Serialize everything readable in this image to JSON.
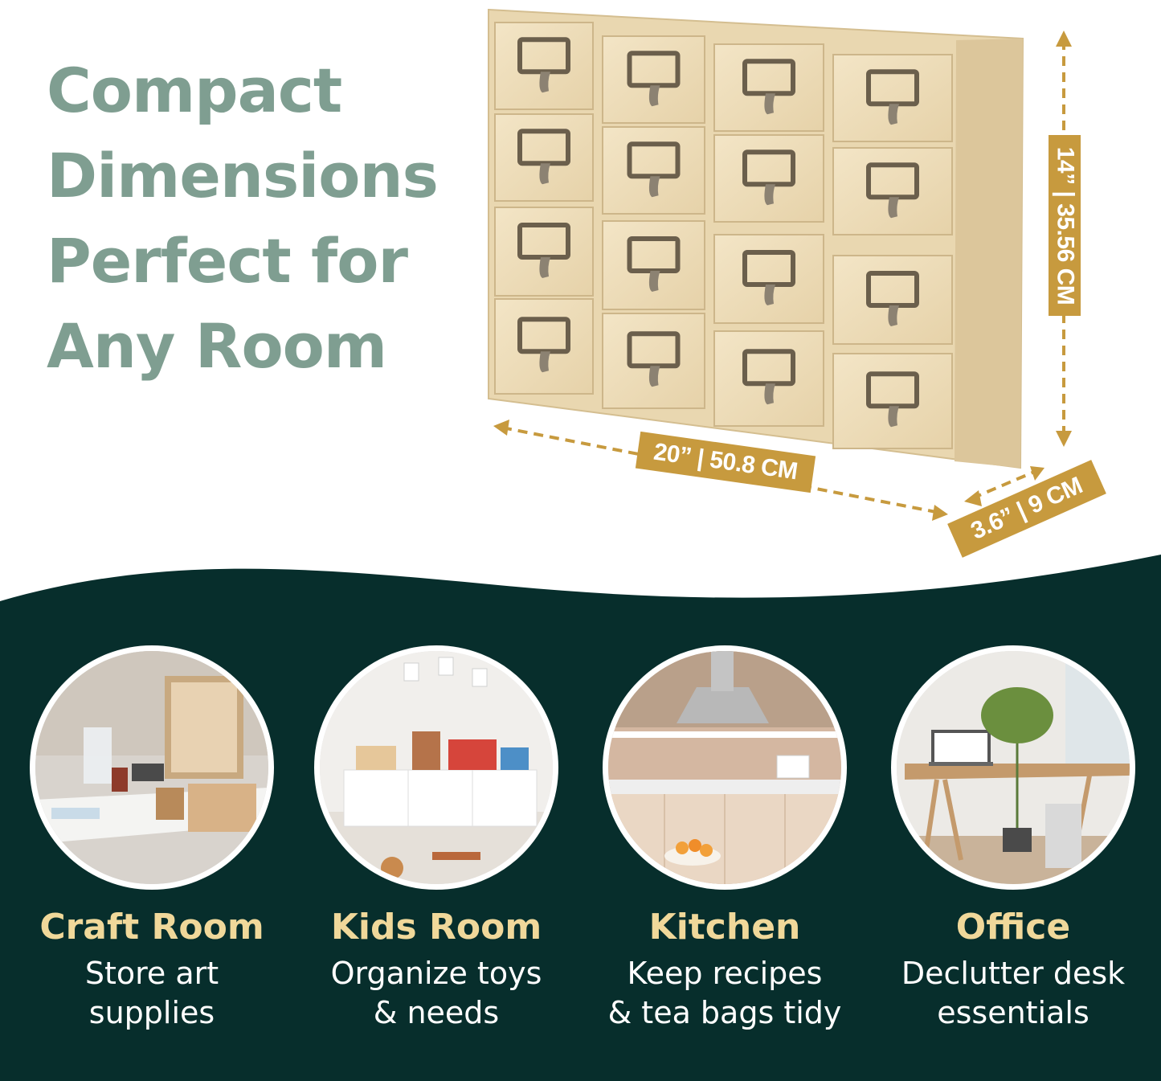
{
  "headline": {
    "line1": "Compact",
    "line2": "Dimensions",
    "line3": "Perfect for",
    "line4": "Any Room"
  },
  "dimensions": {
    "height": "14” | 35.56 CM",
    "width": "20” | 50.8 CM",
    "depth": "3.6” | 9 CM"
  },
  "rooms": [
    {
      "title": "Craft Room",
      "desc1": "Store art",
      "desc2": "supplies"
    },
    {
      "title": "Kids Room",
      "desc1": "Organize toys",
      "desc2": "& needs"
    },
    {
      "title": "Kitchen",
      "desc1": "Keep recipes",
      "desc2": "& tea bags tidy"
    },
    {
      "title": "Office",
      "desc1": "Declutter desk",
      "desc2": "essentials"
    }
  ],
  "colors": {
    "headline": "#7f9e91",
    "label_gold": "#c79a3e",
    "dark_green": "#072e2c",
    "room_title": "#f0d89a",
    "wood": "#efdfbd"
  }
}
